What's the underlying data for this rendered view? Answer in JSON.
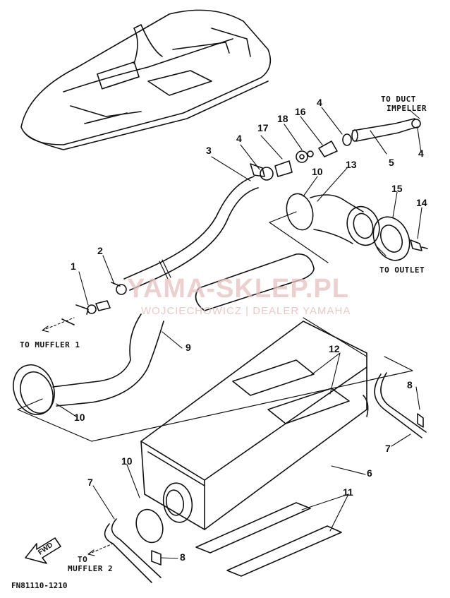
{
  "diagram": {
    "code": "FN81110-1210",
    "fwd_label": "FWD",
    "watermark": {
      "title": "YAMA-SKLEP.PL",
      "subtitle": "WOJCIECHOWICZ | DEALER YAMAHA"
    },
    "notes": {
      "to_duct": "TO DUCT",
      "impeller": "IMPELLER",
      "to_outlet": "TO OUTLET",
      "to_muffler_1": "TO MUFFLER 1",
      "to_muffler_2_line1": "TO",
      "to_muffler_2_line2": "MUFFLER 2"
    },
    "callouts": {
      "c1": "1",
      "c2": "2",
      "c3": "3",
      "c4a": "4",
      "c4b": "4",
      "c4c": "4",
      "c5": "5",
      "c6": "6",
      "c7a": "7",
      "c7b": "7",
      "c8a": "8",
      "c8b": "8",
      "c9": "9",
      "c10a": "10",
      "c10b": "10",
      "c10c": "10",
      "c11": "11",
      "c12": "12",
      "c13": "13",
      "c14": "14",
      "c15": "15",
      "c16": "16",
      "c17": "17",
      "c18": "18"
    }
  }
}
